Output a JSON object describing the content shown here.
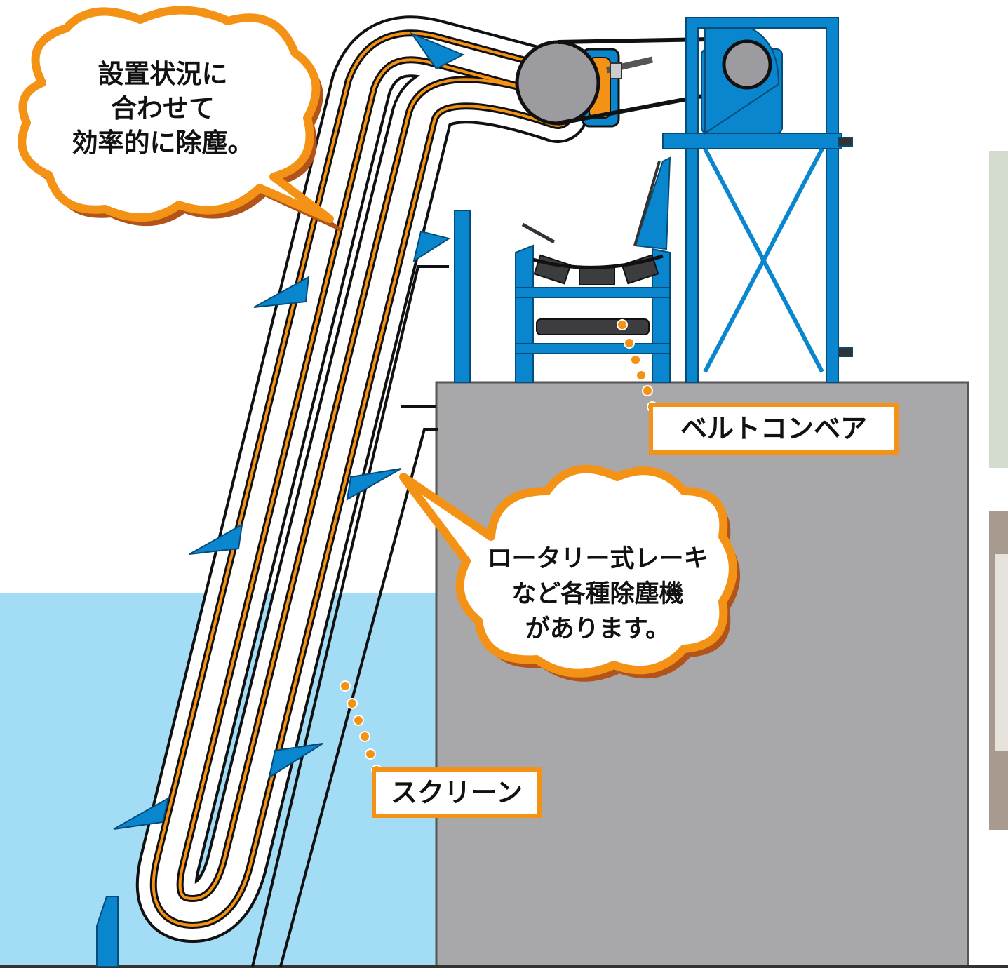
{
  "callouts": {
    "top": [
      "設置状況に",
      "合わせて",
      "効率的に除塵。"
    ],
    "middle": [
      "ロータリー式レーキ",
      "など各種除塵機",
      "があります。"
    ]
  },
  "labels": {
    "belt_conveyor": "ベルトコンベア",
    "screen": "スクリーン"
  },
  "colors": {
    "water": "#a3dcf5",
    "structure": "#0a86cf",
    "concrete": "#a8a8ab",
    "accent": "#f39214",
    "bubble_shadow": "#b25419"
  }
}
